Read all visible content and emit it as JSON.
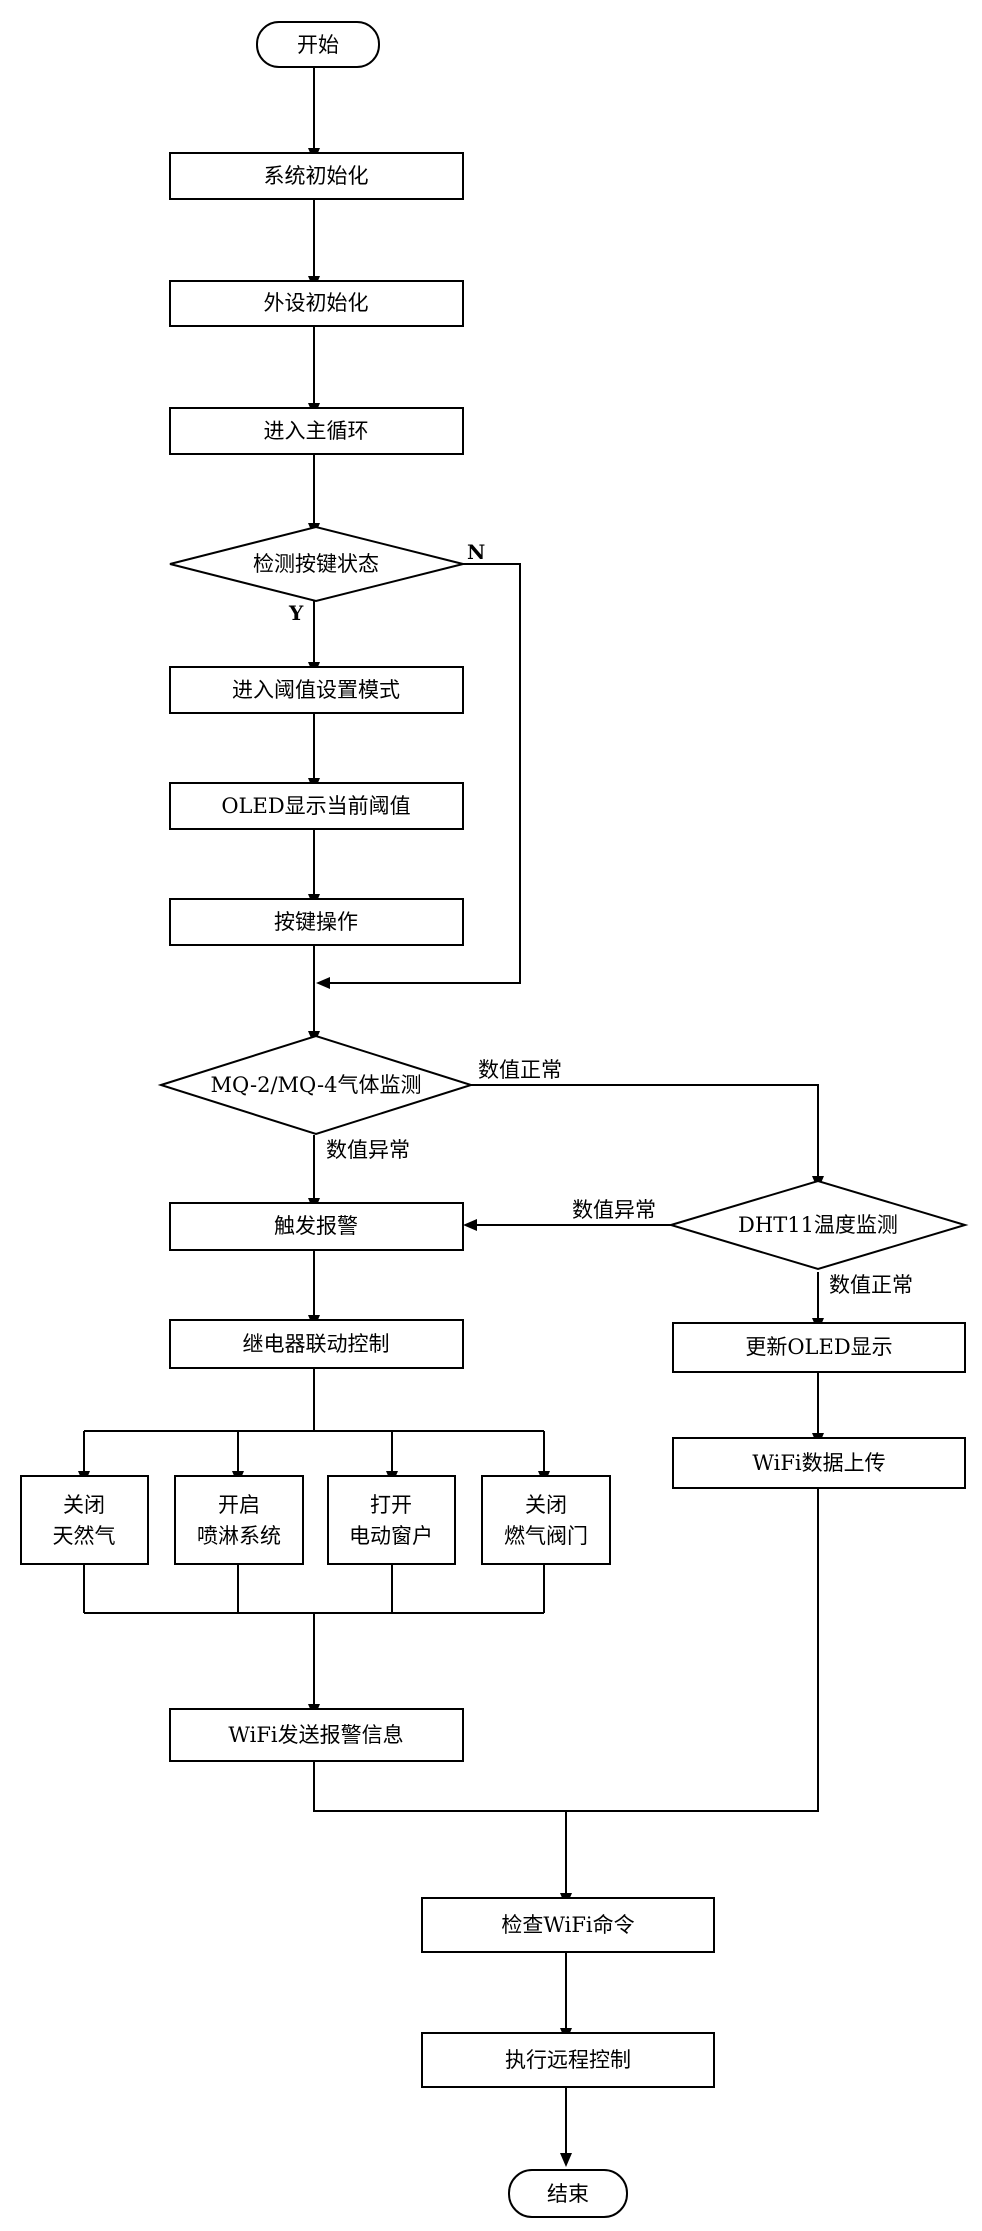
{
  "nodes": {
    "start": "开始",
    "sys_init": "系统初始化",
    "periph_init": "外设初始化",
    "main_loop": "进入主循环",
    "check_key": "检测按键状态",
    "threshold_mode": "进入阈值设置模式",
    "oled_threshold": "OLED显示当前阈值",
    "key_op": "按键操作",
    "gas_monitor": "MQ-2/MQ-4气体监测",
    "trigger_alarm": "触发报警",
    "relay_ctrl": "继电器联动控制",
    "close_gas": [
      "关闭",
      "天然气"
    ],
    "open_spray": [
      "开启",
      "喷淋系统"
    ],
    "open_window": [
      "打开",
      "电动窗户"
    ],
    "close_valve": [
      "关闭",
      "燃气阀门"
    ],
    "wifi_alarm": "WiFi发送报警信息",
    "dht11": "DHT11温度监测",
    "update_oled": "更新OLED显示",
    "wifi_upload": "WiFi数据上传",
    "check_wifi": "检查WiFi命令",
    "remote_ctrl": "执行远程控制",
    "end": "结束"
  },
  "edge_labels": {
    "key_yes": "Y",
    "key_no": "N",
    "gas_normal": "数值正常",
    "gas_abnormal": "数值异常",
    "temp_abnormal": "数值异常",
    "temp_normal": "数值正常"
  }
}
